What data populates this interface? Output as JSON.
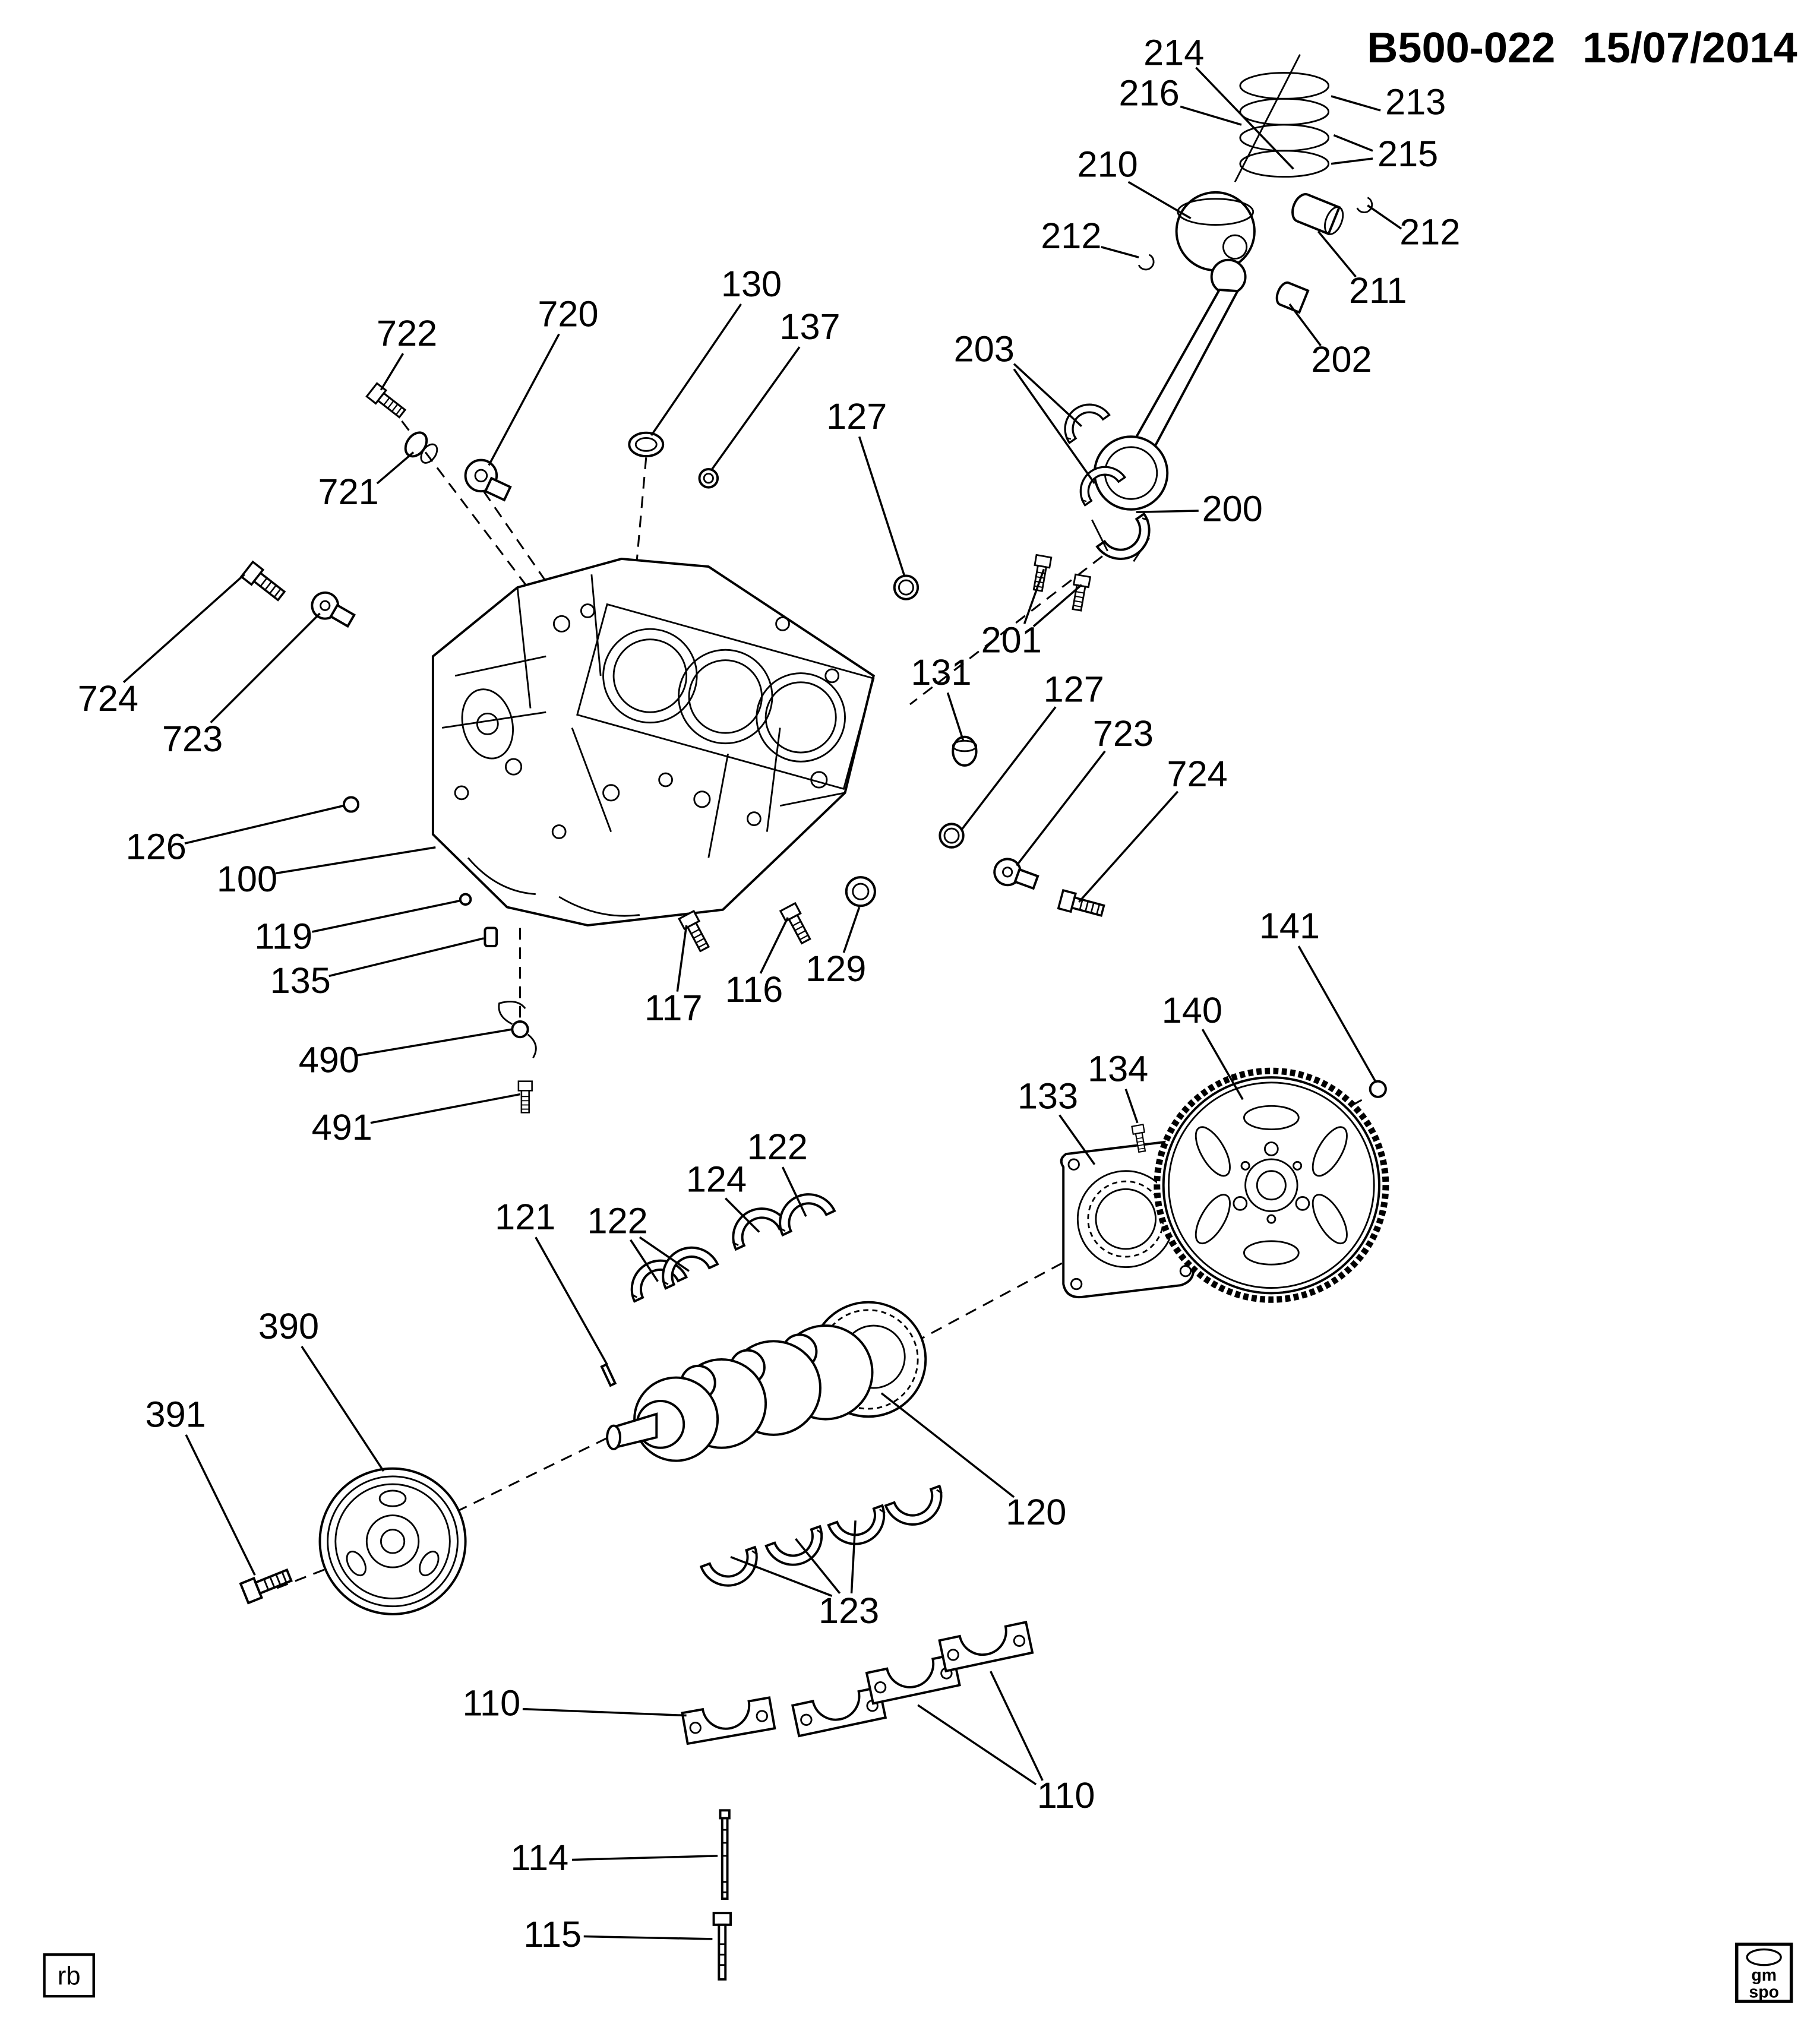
{
  "header": {
    "diagram_code": "B500-022",
    "date": "15/07/2014"
  },
  "footer": {
    "author_badge": "rb",
    "logo_line1": "gm",
    "logo_line2": "spo"
  },
  "callouts": {
    "n214": "214",
    "n216": "216",
    "n213": "213",
    "n215": "215",
    "n210": "210",
    "n212a": "212",
    "n212b": "212",
    "n211": "211",
    "n202": "202",
    "n203": "203",
    "n200": "200",
    "n201": "201",
    "n722": "722",
    "n721": "721",
    "n720": "720",
    "n130": "130",
    "n137": "137",
    "n127a": "127",
    "n724a": "724",
    "n723a": "723",
    "n126": "126",
    "n100": "100",
    "n119": "119",
    "n135": "135",
    "n490": "490",
    "n491": "491",
    "n117": "117",
    "n116": "116",
    "n129": "129",
    "n131": "131",
    "n127b": "127",
    "n723b": "723",
    "n724b": "724",
    "n141": "141",
    "n140": "140",
    "n134": "134",
    "n133": "133",
    "n122a": "122",
    "n124": "124",
    "n122b": "122",
    "n121": "121",
    "n390": "390",
    "n391": "391",
    "n120": "120",
    "n123": "123",
    "n110a": "110",
    "n110b": "110",
    "n114": "114",
    "n115": "115"
  }
}
